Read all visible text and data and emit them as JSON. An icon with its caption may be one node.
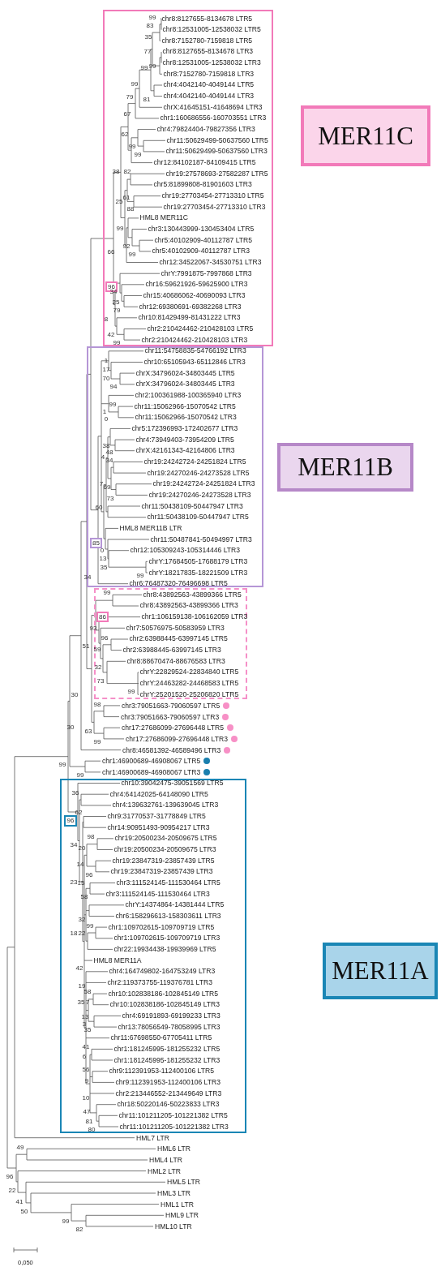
{
  "diagram": {
    "nodes": [
      {
        "text": [
          "chr8:8127655-8134678 LTR5",
          "chr8:12531005-12538032 LTR5",
          "chr8:7152780-7159818 LTR5",
          "chr8:8127655-8134678 LTR3",
          "chr8:12531005-12538032 LTR3",
          "chr8:7152780-7159818 LTR3",
          "chr4:4042140-4049144 LTR5",
          "chr4:4042140-4049144 LTR3",
          "chrX:41645151-41648694 LTR3",
          "chr1:160686556-160703551 LTR3",
          "chr4:79824404-79827356 LTR3",
          "chr11:50629499-50637560 LTR5",
          "chr11:50629499-50637560 LTR3",
          "chr12:84102187-84109415 LTR5",
          "chr19:27578693-27582287 LTR5",
          "chr5:81899808-81901603 LTR3",
          "chr19:27703454-27713310 LTR5",
          "chr19:27703454-27713310 LTR3",
          "HML8 MER11C",
          "chr3:130443999-130453404 LTR5",
          "chr5:40102909-40112787 LTR5",
          "chr5:40102909-40112787 LTR3",
          "chr12:34522067-34530751 LTR3",
          "chrY:7991875-7997868 LTR3",
          "chr16:59621926-59625900 LTR3",
          "chr15:40686062-40690093 LTR3",
          "chr12:69380691-69382268 LTR3",
          "chr10:81429499-81431222 LTR3",
          "chr2:210424462-210428103 LTR5",
          "chr2:210424462-210428103 LTR3"
        ]
      },
      {
        "text": [
          "MER11C"
        ]
      },
      {
        "text": [
          "96"
        ],
        "in": 0
      },
      {
        "text": [
          "chr11:54758835-54766192 LTR3",
          "chr10:65105943-65112846 LTR3",
          "chrX:34796024-34803445 LTR5",
          "chrX:34796024-34803445 LTR3",
          "chr2:100361988-100365940 LTR3",
          "chr11:15062966-15070542 LTR5",
          "chr11:15062966-15070542 LTR3",
          "chr5:172396993-172402677 LTR3",
          "chr4:73949403-73954209 LTR5",
          "chrX:42161343-42164806 LTR3",
          "chr19:24242724-24251824 LTR5",
          "chr19:24270246-24273528 LTR5",
          "chr19:24242724-24251824 LTR3",
          "chr19:24270246-24273528 LTR3",
          "chr11:50438109-50447947 LTR3",
          "chr11:50438109-50447947 LTR5",
          "HML8 MER11B LTR",
          "chr11:50487841-50494997 LTR3",
          "chr12:105309243-105314446 LTR3",
          "chrY:17684505-17688179 LTR3",
          "chrY:18217835-18221509 LTR3",
          "chr6:76487320-76496698 LTR5"
        ]
      },
      {
        "text": [
          "MER11B"
        ]
      },
      {
        "text": [
          "85"
        ],
        "in": 3
      },
      {
        "text": [
          "chr8:43892563-43899366 LTR5",
          "chr8:43892563-43899366 LTR3",
          "chr1:106159138-106162059 LTR3",
          "chr7:50576975-50583959 LTR3",
          "chr2:63988445-63997145 LTR5",
          "chr2:63988445-63997145 LTR3",
          "chr8:88670474-88676583 LTR3",
          "chrY:22829524-22834840 LTR5",
          "chrY:24463282-24468583 LTR5",
          "chrY:25201520-25206820 LTR5"
        ]
      },
      {
        "text": [
          "86"
        ],
        "in": 6
      },
      {
        "text": [
          "chr10:39042475-39051569 LTR5",
          "chr4:64142025-64148090 LTR5",
          "chr4:139632761-139639045 LTR3",
          "chr9:31770537-31778849 LTR5",
          "chr14:90951493-90954217 LTR3",
          "chr19:20500234-20509675 LTR5",
          "chr19:20500234-20509675 LTR3",
          "chr19:23847319-23857439 LTR5",
          "chr19:23847319-23857439 LTR3",
          "chr3:111524145-111530464 LTR5",
          "chr3:111524145-111530464 LTR3",
          "chrY:14374864-14381444 LTR5",
          "chr6:158296613-158303611 LTR3",
          "chr1:109702615-109709719 LTR5",
          "chr1:109702615-109709719 LTR3",
          "chr22:19934438-19939969 LTR5",
          "HML8 MER11A",
          "chr4:164749802-164753249 LTR3",
          "chr2:119373755-119376781 LTR3",
          "chr10:102838186-102845149 LTR5",
          "chr10:102838186-102845149 LTR3",
          "chr4:69191893-69199233 LTR3",
          "chr13:78056549-78058995 LTR3",
          "chr11:67698550-67705411 LTR5",
          "chr1:181245995-181255232 LTR5",
          "chr1:181245995-181255232 LTR3",
          "chr9:112391953-112400106 LTR5",
          "chr9:112391953-112400106 LTR3",
          "chr2:213446552-213449649 LTR3",
          "chr18:50220146-50223833 LTR3",
          "chr11:101211205-101221382 LTR5",
          "chr11:101211205-101221382 LTR3"
        ]
      },
      {
        "text": [
          "96"
        ],
        "in": 8
      },
      {
        "text": [
          "MER11A"
        ]
      }
    ],
    "labels": [
      "chr3:79051663-79060597 LTR5",
      "chr3:79051663-79060597 LTR3",
      "chr17:27686099-27696448 LTR5",
      "chr17:27686099-27696448 LTR3",
      "chr8:46581392-46589496 LTR3",
      "chr1:46900689-46908067 LTR5",
      "chr1:46900689-46908067 LTR3",
      "HML7 LTR",
      "HML6 LTR",
      "HML4 LTR",
      "HML2 LTR",
      "HML5 LTR",
      "HML3 LTR",
      "HML1 LTR",
      "HML9 LTR",
      "HML10 LTR",
      "99",
      "83",
      "35",
      "77",
      "99",
      "99",
      "99",
      "79",
      "81",
      "67",
      "62",
      "99",
      "99",
      "38",
      "82",
      "61",
      "25",
      "88",
      "99",
      "92",
      "66",
      "99",
      "34",
      "25",
      "79",
      "8",
      "42",
      "99",
      "1",
      "17",
      "70",
      "94",
      "99",
      "1",
      "0",
      "38",
      "48",
      "4",
      "34",
      "7",
      "69",
      "73",
      "60",
      "0",
      "13",
      "35",
      "99",
      "34",
      "99",
      "93",
      "96",
      "51",
      "59",
      "32",
      "73",
      "99",
      "30",
      "98",
      "30",
      "63",
      "99",
      "99",
      "99",
      "36",
      "62",
      "98",
      "34",
      "20",
      "14",
      "96",
      "23",
      "15",
      "58",
      "32",
      "99",
      "18",
      "22",
      "42",
      "19",
      "58",
      "35",
      "7",
      "13",
      "3",
      "35",
      "41",
      "6",
      "56",
      "9",
      "10",
      "47",
      "81",
      "80",
      "49",
      "96",
      "22",
      "41",
      "50",
      "99",
      "82",
      "0,050"
    ]
  }
}
